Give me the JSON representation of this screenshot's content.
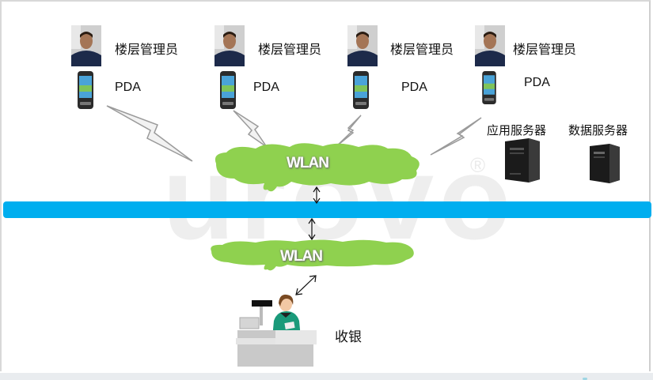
{
  "watermark": {
    "text": "urovo",
    "registered": "®"
  },
  "floor_managers": [
    {
      "role": "楼层管理员",
      "device": "PDA"
    },
    {
      "role": "楼层管理员",
      "device": "PDA"
    },
    {
      "role": "楼层管理员",
      "device": "PDA"
    },
    {
      "role": "楼层管理员",
      "device": "PDA"
    }
  ],
  "servers": [
    {
      "label": "应用服务器"
    },
    {
      "label": "数据服务器"
    }
  ],
  "clouds": [
    {
      "label": "WLAN"
    },
    {
      "label": "WLAN"
    }
  ],
  "checkout": {
    "label": "收银"
  },
  "colors": {
    "backbone": "#00aeef",
    "cloud": "#8fd14f",
    "shirt": "#1a9a7a"
  }
}
